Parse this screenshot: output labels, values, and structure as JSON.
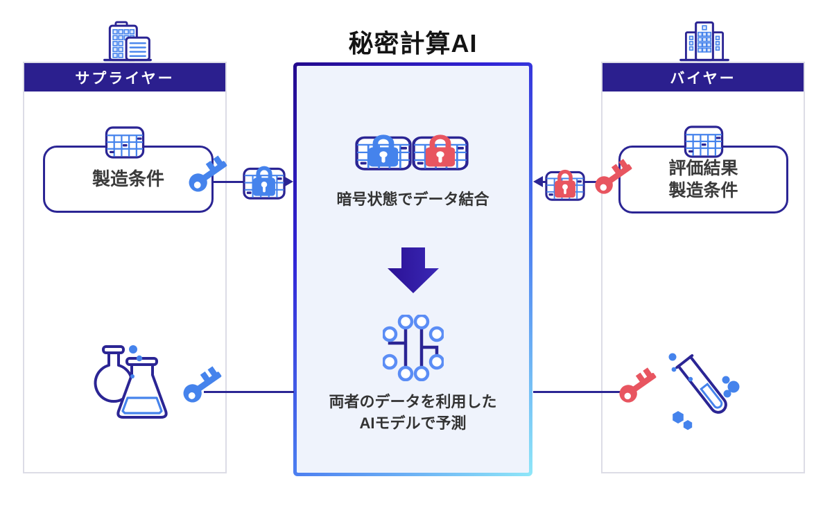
{
  "title": {
    "text": "秘密計算AI"
  },
  "supplier": {
    "header": "サプライヤー",
    "box_label": "製造条件"
  },
  "buyer": {
    "header": "バイヤー",
    "box_label_line1": "評価結果",
    "box_label_line2": "製造条件"
  },
  "center": {
    "join_caption": "暗号状態でデータ結合",
    "predict_line1": "両者のデータを利用した",
    "predict_line2": "AIモデルで予測"
  },
  "icons": {
    "supplier_building": "building-icon",
    "buyer_building": "buildings-icon",
    "data_table": "table-icon",
    "encrypted_table_blue": "locked-table-icon-blue",
    "encrypted_table_red": "locked-table-icon-red",
    "key_blue": "key-icon-blue",
    "key_red": "key-icon-red",
    "down_arrow": "down-arrow-icon",
    "ai_model": "neural-network-icon",
    "flasks": "flasks-icon",
    "test_tube": "test-tube-icon"
  },
  "colors": {
    "header-bar": "#2b1f8e",
    "outline": "#2b2594",
    "accent-blue": "#4583ec",
    "accent-red": "#e85560",
    "window-fill": "#dbe7fb",
    "panel-bg": "#eff3fc",
    "panel-border": "#dcdce6",
    "text-dark": "#333333",
    "title-color": "#141414",
    "node-blue": "#5b8df5",
    "grad-a": "#23098c",
    "grad-b": "#3023d6",
    "grad-c": "#4a7bf0",
    "grad-d": "#8fe7f8",
    "arrow-a": "#2b1195",
    "arrow-b": "#3a28b5"
  }
}
